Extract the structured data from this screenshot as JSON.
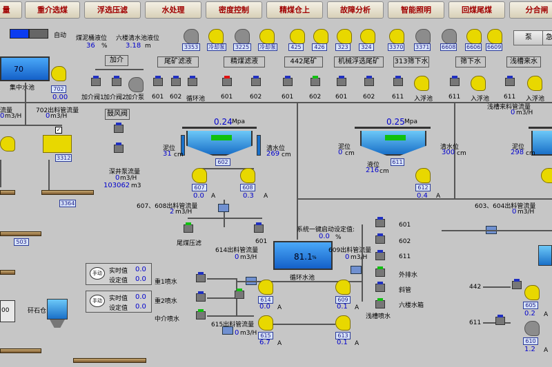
{
  "tabs": [
    "量",
    "重介选煤",
    "浮选压滤",
    "水处理",
    "密度控制",
    "精煤仓上",
    "故障分析",
    "智能照明",
    "回煤尾煤",
    "分合闸"
  ],
  "topleft": {
    "auto_label": "自动"
  },
  "coal_slurry": {
    "label1": "煤泥桶液位",
    "val1": "36",
    "unit1": "%",
    "label2": "六楼清水池液位",
    "val2": "3.18",
    "unit2": "m"
  },
  "pump_ids_top": [
    "3353",
    "冷却泵",
    "3225",
    "冷却泵",
    "425",
    "426",
    "323",
    "324",
    "3370",
    "3371",
    "6608",
    "6606",
    "6609"
  ],
  "right_box": {
    "pump": "泵",
    "emergency": "急"
  },
  "collect_tank": {
    "label": "集中水池",
    "level": "70",
    "pump_id": "702",
    "zero": "0.00"
  },
  "flow_702": {
    "label": "702出料管流量",
    "value": "0",
    "unit": "m3/H"
  },
  "flow_left": {
    "label": "流量",
    "value": "0",
    "unit": "m3/H"
  },
  "dosing": {
    "title": "加介",
    "v1": "加介阀1",
    "v2": "加介阀2",
    "pump": "加介泵"
  },
  "blower": {
    "title": "鼓风阀"
  },
  "deepwell": {
    "label": "深井泵流量",
    "v1": "0",
    "unit1": "m3/H",
    "v2": "103062",
    "unit2": "m3"
  },
  "sections": [
    {
      "title": "尾矿滤液",
      "items": [
        "601",
        "602",
        "循环池"
      ]
    },
    {
      "title": "精煤滤液",
      "items": [
        "601",
        "602"
      ]
    },
    {
      "title": "442尾矿",
      "items": [
        "601",
        "602"
      ]
    },
    {
      "title": "机械浮选尾矿",
      "items": [
        "601",
        "602"
      ]
    },
    {
      "title": "313筛下水",
      "items": [
        "611",
        "入浮池"
      ]
    },
    {
      "title": "筛下水",
      "items": [
        "611",
        "入浮池"
      ]
    },
    {
      "title": "浅槽来水",
      "items": [
        "611",
        "入浮池"
      ]
    }
  ],
  "thickener1": {
    "pressure": "0.24",
    "p_unit": "Mpa",
    "mud_label": "泥位",
    "mud": "31",
    "mud_unit": "cm",
    "clear_label": "清水位",
    "clear": "269",
    "clear_unit": "cm",
    "id": "602",
    "pumps": [
      {
        "id": "607",
        "val": "0.0",
        "unit": "A"
      },
      {
        "id": "608",
        "val": "0.3",
        "unit": "A"
      }
    ],
    "flow_label": "607、608出料管流量",
    "flow": "2",
    "flow_unit": "m3/H"
  },
  "thickener2": {
    "pressure": "0.25",
    "p_unit": "Mpa",
    "mud_label": "泥位",
    "mud": "0",
    "mud_unit": "cm",
    "clear_label": "清水位",
    "clear": "300",
    "clear_unit": "cm",
    "liquid_label": "液位",
    "liquid": "216",
    "liquid_unit": "cm",
    "id": "611",
    "pump": {
      "id": "612",
      "val": "0.4",
      "unit": "A"
    }
  },
  "thickener3": {
    "mud_label": "泥位",
    "mud": "298",
    "mud_unit": "cm",
    "flow_label": "浅槽来料管流量",
    "flow": "0",
    "flow_unit": "m3/H",
    "flow2_label": "603、604出料管流量",
    "flow2": "0",
    "flow2_unit": "m3/H"
  },
  "belt_ids": [
    "3312",
    "3364",
    "503"
  ],
  "tail_press": "尾煤压滤",
  "flow_614": {
    "label": "614出料管流量",
    "value": "0",
    "unit": "m3/H"
  },
  "one_key": {
    "label": "系统一键启动设定值:",
    "value": "0.0",
    "unit": "%"
  },
  "circ_tank": {
    "level": "81.1",
    "unit": "%",
    "label": "循环水池"
  },
  "flow_609": {
    "label": "609出料管流量",
    "value": "0",
    "unit": "m3/H"
  },
  "outputs": [
    "601",
    "602",
    "611",
    "外排水",
    "斜管",
    "六楼水箱"
  ],
  "manual_boxes": [
    {
      "mode": "手动",
      "actual_label": "实时值",
      "actual": "0.0",
      "set_label": "设定值",
      "set": "0.0"
    },
    {
      "mode": "手动",
      "actual_label": "实时值",
      "actual": "0.0",
      "set_label": "设定值",
      "set": "0.0"
    }
  ],
  "sprays": [
    "重1喷水",
    "重2喷水",
    "中介喷水"
  ],
  "pumps_bottom": [
    {
      "id": "614",
      "val": "0.0",
      "unit": "A"
    },
    {
      "id": "615",
      "val": "6.7",
      "unit": "A"
    },
    {
      "id": "609",
      "val": "0.1",
      "unit": "A"
    },
    {
      "id": "613",
      "val": "0.1",
      "unit": "A"
    }
  ],
  "flow_615": {
    "label": "615出料管流量",
    "value": "0",
    "unit": "m3/H"
  },
  "shallow_spray": "浅槽喷水",
  "gravel_bin": "矸石仓",
  "gravel_level": "00",
  "right_bottom": {
    "a": "442",
    "b": "611",
    "p605": {
      "id": "605",
      "val": "0.2",
      "unit": "A"
    },
    "p610": {
      "id": "610",
      "val": "1.2",
      "unit": "A"
    }
  }
}
